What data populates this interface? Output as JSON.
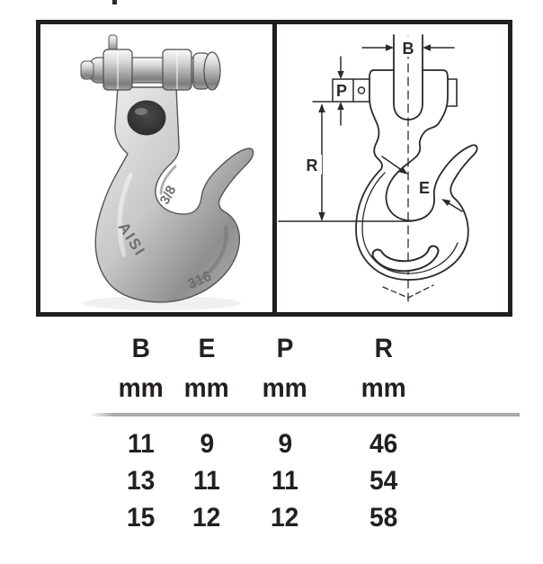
{
  "figure": {
    "photo": {
      "markings": [
        "3/8",
        "AISI",
        "316"
      ]
    },
    "drawing": {
      "labels": {
        "b": "B",
        "p": "P",
        "r": "R",
        "e": "E"
      }
    }
  },
  "table": {
    "columns": [
      {
        "label": "B",
        "unit": "mm"
      },
      {
        "label": "E",
        "unit": "mm"
      },
      {
        "label": "P",
        "unit": "mm"
      },
      {
        "label": "R",
        "unit": "mm"
      }
    ],
    "rows": [
      [
        "11",
        "9",
        "9",
        "46"
      ],
      [
        "13",
        "11",
        "11",
        "54"
      ],
      [
        "15",
        "12",
        "12",
        "58"
      ]
    ]
  },
  "colors": {
    "text": "#231f20",
    "border": "#231f20",
    "rule_gray": "#a7a9ac"
  }
}
